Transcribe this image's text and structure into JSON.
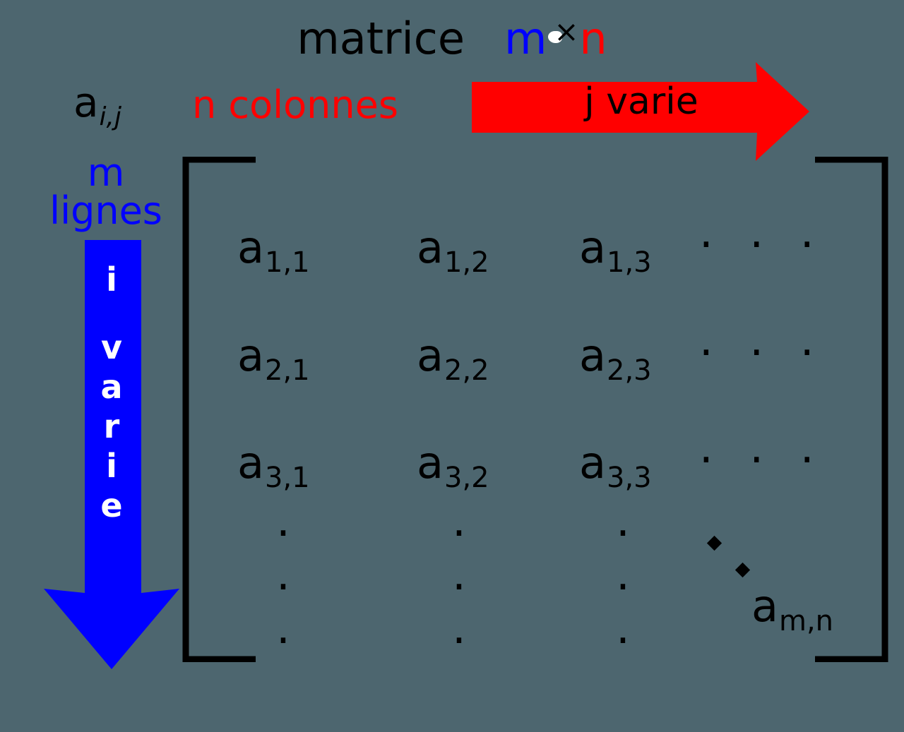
{
  "background_color": "#4d666f",
  "colors": {
    "black": "#000000",
    "red": "#ff0000",
    "blue": "#0000ff",
    "white": "#ffffff"
  },
  "title": {
    "word": "matrice",
    "rows_symbol": "m",
    "times_symbol": "×",
    "cols_symbol": "n"
  },
  "labels": {
    "generic_entry": "a",
    "generic_entry_sub": "i,j",
    "columns_text": "n colonnes",
    "rows_line1": "m",
    "rows_line2": "lignes"
  },
  "arrows": {
    "horizontal": {
      "label": "j varie",
      "color": "#ff0000",
      "direction": "right",
      "text_color": "#000000"
    },
    "vertical": {
      "label": "i varie",
      "letters": [
        "i",
        "v",
        "a",
        "r",
        "i",
        "e"
      ],
      "color": "#0000ff",
      "direction": "down",
      "text_color": "#ffffff"
    }
  },
  "matrix": {
    "bracket_style": "square",
    "rows": [
      {
        "cells": [
          {
            "base": "a",
            "sub": "1,1"
          },
          {
            "base": "a",
            "sub": "1,2"
          },
          {
            "base": "a",
            "sub": "1,3"
          }
        ],
        "trailing": "· · ·"
      },
      {
        "cells": [
          {
            "base": "a",
            "sub": "2,1"
          },
          {
            "base": "a",
            "sub": "2,2"
          },
          {
            "base": "a",
            "sub": "2,3"
          }
        ],
        "trailing": "· · ·"
      },
      {
        "cells": [
          {
            "base": "a",
            "sub": "3,1"
          },
          {
            "base": "a",
            "sub": "3,2"
          },
          {
            "base": "a",
            "sub": "3,3"
          }
        ],
        "trailing": "· · ·"
      }
    ],
    "vertical_dots": "·",
    "diagonal_dots_count": 2,
    "last_cell": {
      "base": "a",
      "sub": "m,n"
    }
  }
}
